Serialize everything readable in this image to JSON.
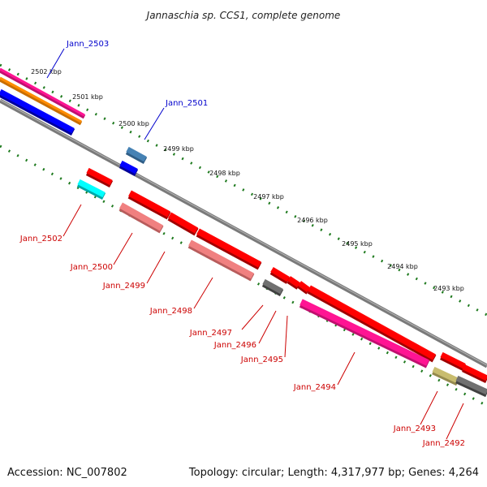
{
  "title": "Jannaschia sp. CCS1, complete genome",
  "footer": {
    "accession": "Accession: NC_007802",
    "summary": "Topology: circular; Length: 4,317,977 bp; Genes: 4,264"
  },
  "colors": {
    "forward_label": "#0000cc",
    "reverse_label": "#cc0000",
    "backbone": "#7a7a7a",
    "ruler": "#1e7a1e"
  },
  "ruler": {
    "tick_labels": [
      "2502 kbp",
      "2501 kbp",
      "2500 kbp",
      "2499 kbp",
      "2498 kbp",
      "2497 kbp",
      "2496 kbp",
      "2495 kbp",
      "2494 kbp",
      "2493 kbp"
    ]
  },
  "genes": [
    {
      "label": "Jann_2503",
      "strand": "forward"
    },
    {
      "label": "Jann_2501",
      "strand": "forward"
    },
    {
      "label": "Jann_2502",
      "strand": "reverse"
    },
    {
      "label": "Jann_2500",
      "strand": "reverse"
    },
    {
      "label": "Jann_2499",
      "strand": "reverse"
    },
    {
      "label": "Jann_2498",
      "strand": "reverse"
    },
    {
      "label": "Jann_2497",
      "strand": "reverse"
    },
    {
      "label": "Jann_2496",
      "strand": "reverse"
    },
    {
      "label": "Jann_2495",
      "strand": "reverse"
    },
    {
      "label": "Jann_2494",
      "strand": "reverse"
    },
    {
      "label": "Jann_2493",
      "strand": "reverse"
    },
    {
      "label": "Jann_2492",
      "strand": "reverse"
    }
  ]
}
